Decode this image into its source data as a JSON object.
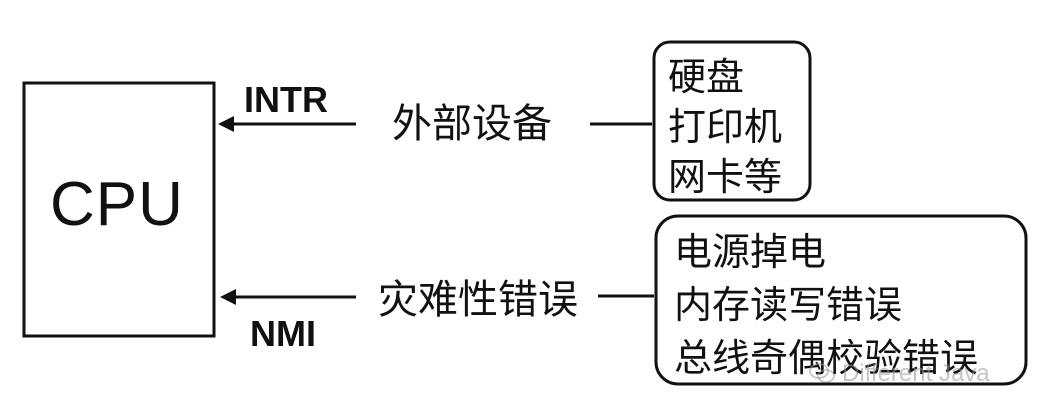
{
  "cpu": {
    "label": "CPU"
  },
  "interrupts": {
    "intr": {
      "line_label": "INTR",
      "source_label": "外部设备",
      "examples": [
        "硬盘",
        "打印机",
        "网卡等"
      ]
    },
    "nmi": {
      "line_label": "NMI",
      "source_label": "灾难性错误",
      "examples": [
        "电源掉电",
        "内存读写错误",
        "总线奇偶校验错误"
      ]
    }
  },
  "watermark": {
    "text": "Different Java"
  }
}
